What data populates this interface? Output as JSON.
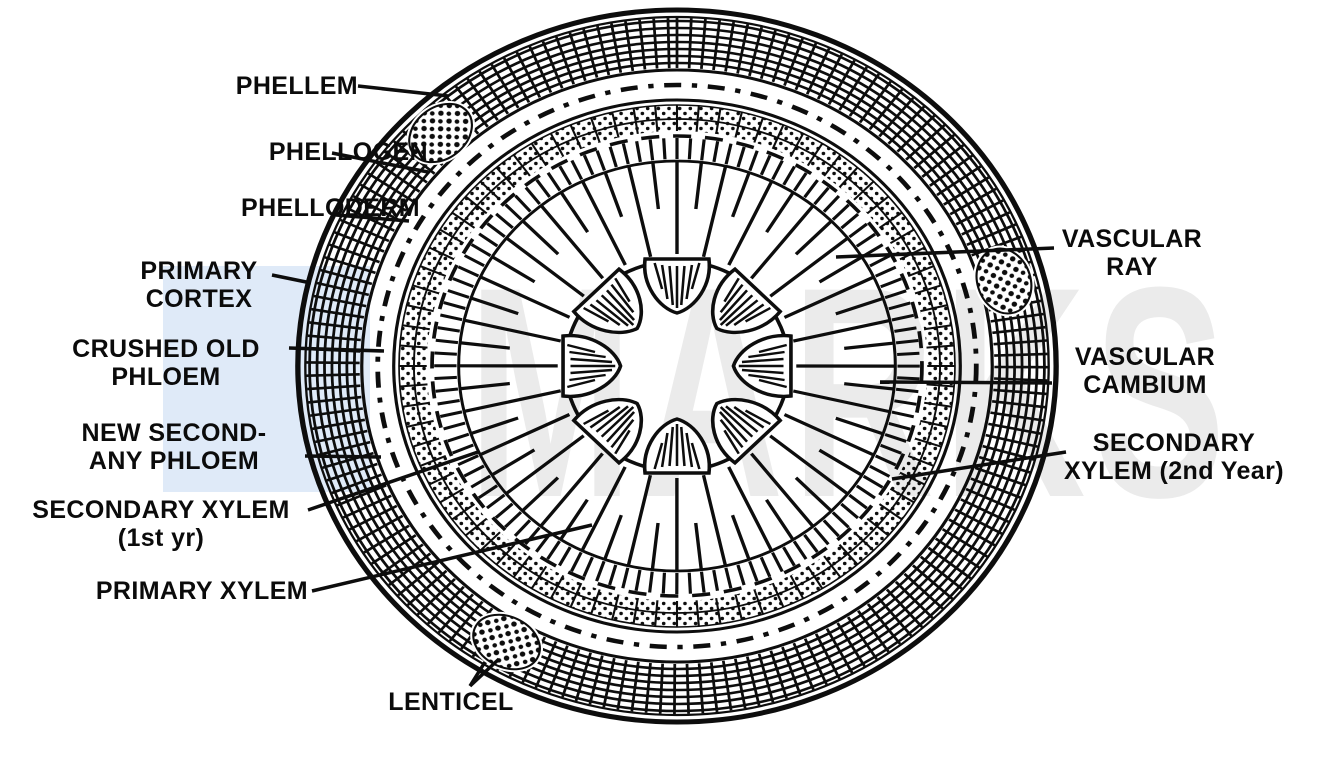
{
  "watermark": {
    "text": "MARKS",
    "highlight_color": "#dfeaf8",
    "text_color": "#ebebeb"
  },
  "diagram": {
    "type": "woody-stem-cross-section",
    "ink_color": "#0d0d0d",
    "labels": {
      "phellem": "PHELLEM",
      "phellogen": "PHELLOGEN",
      "phelloderm": "PHELLODERM",
      "primary_cortex": "PRIMARY\nCORTEX",
      "crushed_old_phloem": "CRUSHED OLD\nPHLOEM",
      "new_secondary_phloem": "NEW SECOND-\nANY PHLOEM",
      "secondary_xylem_1st": "SECONDARY XYLEM\n(1st yr)",
      "primary_xylem": "PRIMARY XYLEM",
      "lenticel": "LENTICEL",
      "vascular_ray": "VASCULAR\nRAY",
      "vascular_cambium": "VASCULAR\nCAMBIUM",
      "secondary_xylem_2nd": "SECONDARY\nXYLEM (2nd Year)"
    }
  }
}
